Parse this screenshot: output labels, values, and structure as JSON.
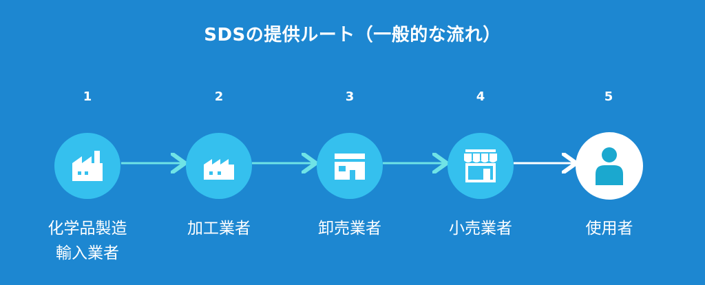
{
  "title": "SDSの提供ルート（一般的な流れ）",
  "colors": {
    "background": "#1d87d1",
    "circle": "#35c0ee",
    "arrow_light": "#6fe3e6",
    "arrow_white": "#ffffff",
    "person": "#1ba8cf"
  },
  "steps": [
    {
      "number": "1",
      "label": "化学品製造\n輸入業者",
      "icon": "factory-icon"
    },
    {
      "number": "2",
      "label": "加工業者",
      "icon": "factory-icon"
    },
    {
      "number": "3",
      "label": "卸売業者",
      "icon": "warehouse-icon"
    },
    {
      "number": "4",
      "label": "小売業者",
      "icon": "shop-icon"
    },
    {
      "number": "5",
      "label": "使用者",
      "icon": "person-icon"
    }
  ]
}
